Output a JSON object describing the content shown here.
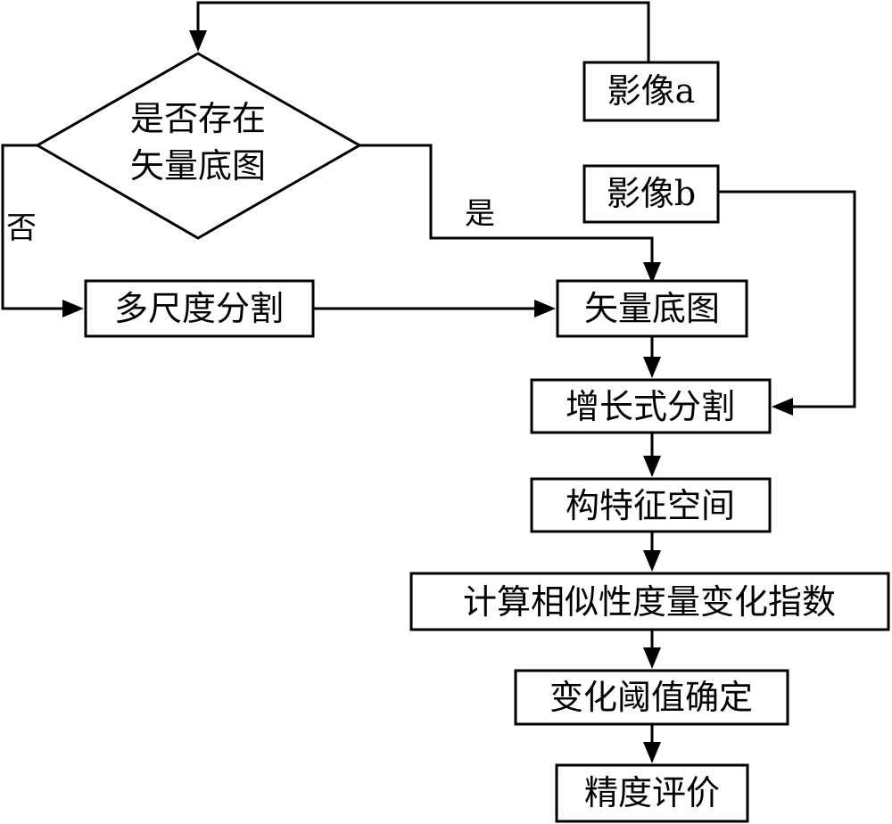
{
  "nodes": {
    "image_a": "影像a",
    "image_b": "影像b",
    "decision_line1": "是否存在",
    "decision_line2": "矢量底图",
    "multiscale_seg": "多尺度分割",
    "vector_basemap": "矢量底图",
    "region_growing_seg": "增长式分割",
    "feature_space": "构特征空间",
    "similarity_index": "计算相似性度量变化指数",
    "change_threshold": "变化阈值确定",
    "accuracy_eval": "精度评价"
  },
  "edge_labels": {
    "yes": "是",
    "no": "否"
  }
}
